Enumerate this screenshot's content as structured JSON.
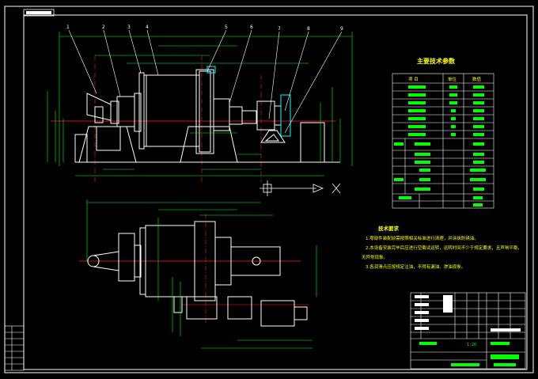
{
  "title_stamp": "",
  "balloons": [
    "1",
    "2",
    "3",
    "4",
    "5",
    "6",
    "7",
    "8",
    "9"
  ],
  "table_title": "主要技术参数",
  "table_headers": [
    "项 目",
    "单位",
    "数值"
  ],
  "notes_title": "技术要求",
  "notes": [
    "1.零部件装配前需按照相关标准进行清理，并涂抹防锈油。",
    "2.本设备安装完毕后应进行空载试运转，运转时间不少于规定要求，且声响平稳，",
    "无异常现象。",
    "3.各润滑点应按规定注油，不得有漏油、渗油现象。"
  ],
  "drawing_no": "",
  "scale_text": "1:20",
  "colors": {
    "background": "#000000",
    "outline": "#ffffff",
    "dimension": "#00ff00",
    "centerline": "#ff0000",
    "text": "#ffff00",
    "parts": "#00ffff"
  }
}
